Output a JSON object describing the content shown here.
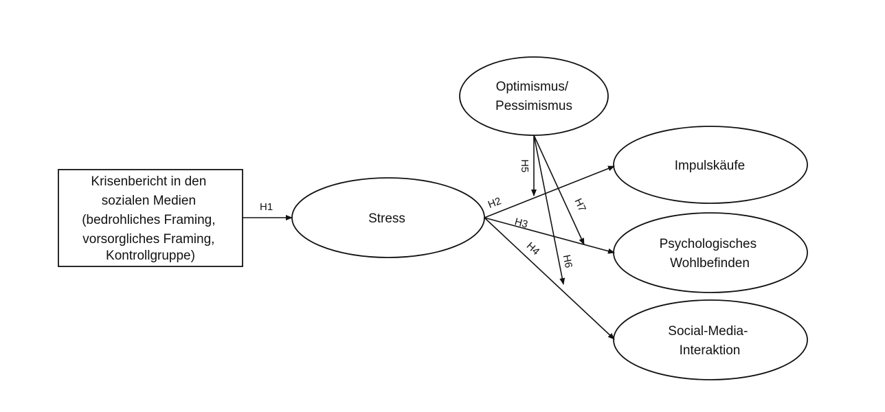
{
  "nodes": {
    "crisis_report": {
      "lines": [
        "Krisenbericht in den",
        "sozialen Medien",
        "(bedrohliches Framing,",
        "vorsorgliches Framing,",
        "Kontrollgruppe)"
      ]
    },
    "stress": {
      "lines": [
        "Stress"
      ]
    },
    "optimism": {
      "lines": [
        "Optimismus/",
        "Pessimismus"
      ]
    },
    "impulse": {
      "lines": [
        "Impulskäufe"
      ]
    },
    "wellbeing": {
      "lines": [
        "Psychologisches",
        "Wohlbefinden"
      ]
    },
    "social": {
      "lines": [
        "Social-Media-",
        "Interaktion"
      ]
    }
  },
  "edges": {
    "h1": "H1",
    "h2": "H2",
    "h3": "H3",
    "h4": "H4",
    "h5": "H5",
    "h6": "H6",
    "h7": "H7"
  },
  "colors": {
    "stroke": "#111111",
    "background": "#ffffff"
  }
}
